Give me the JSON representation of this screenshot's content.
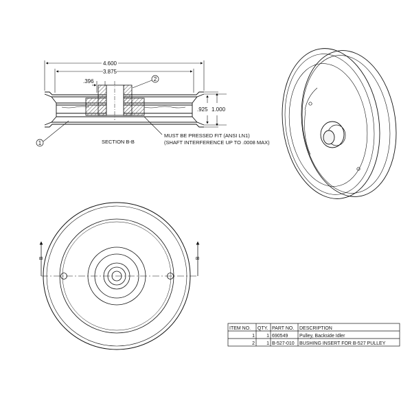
{
  "dimensions": {
    "overall_width": "4.600",
    "inner_width": "3.875",
    "bore": ".396",
    "height_a": ".925",
    "height_b": "1.000"
  },
  "callouts": {
    "item_1": "1",
    "item_2": "2"
  },
  "section_label": "SECTION B-B",
  "note_lines": [
    "MUST BE PRESSED FIT (ANSI LN1)",
    "(SHAFT INTERFERENCE UP TO .0008 MAX)"
  ],
  "cut_plane_letter": "B",
  "bom": {
    "headers": [
      "ITEM NO.",
      "QTY.",
      "PART NO.",
      "DESCRIPTION"
    ],
    "rows": [
      {
        "item": "1",
        "qty": "1",
        "part": "690549",
        "description": "Pulley, Backside Idler"
      },
      {
        "item": "2",
        "qty": "1",
        "part": "B-527-010",
        "description": "BUSHING INSERT FOR B-527 PULLEY"
      }
    ]
  },
  "colors": {
    "line": "#111111",
    "hatch": "#555555",
    "background": "#ffffff"
  }
}
